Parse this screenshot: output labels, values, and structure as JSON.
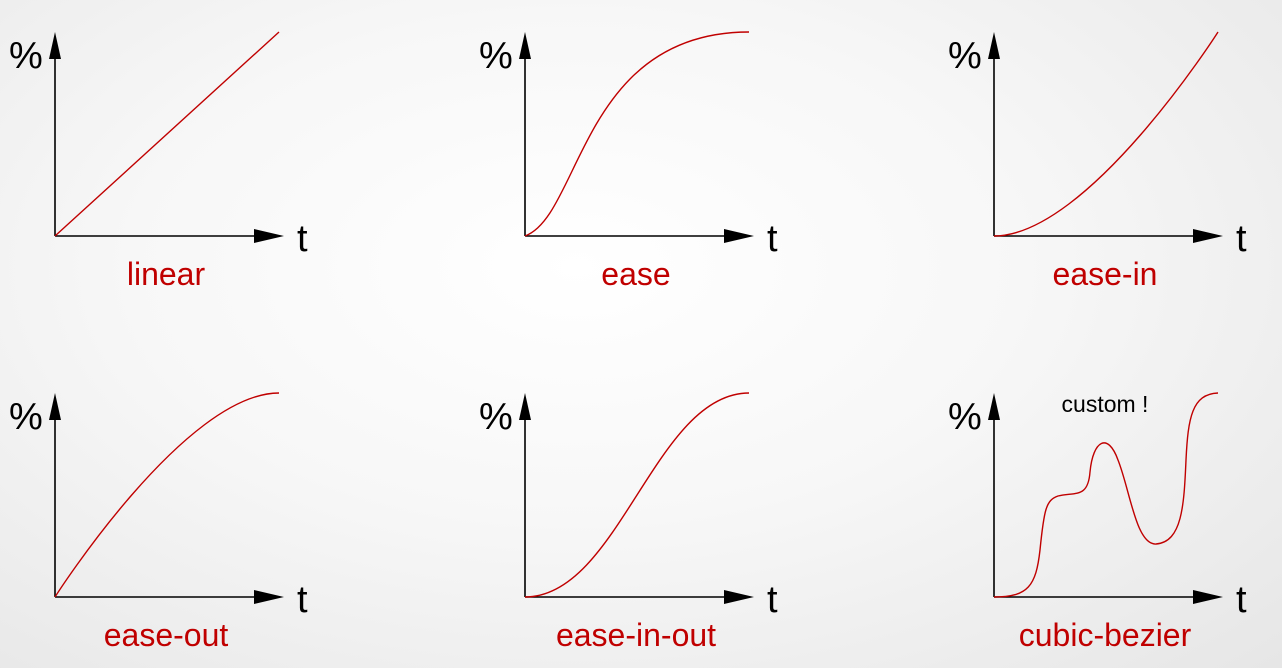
{
  "colors": {
    "curve": "#c00000",
    "axis": "#000000",
    "label": "#c00000"
  },
  "axis_labels": {
    "y": "%",
    "x": "t"
  },
  "graphs": [
    {
      "name": "linear",
      "note": "",
      "bezier": [
        0.0,
        0.0,
        1.0,
        1.0
      ]
    },
    {
      "name": "ease",
      "note": "",
      "bezier": [
        0.25,
        0.1,
        0.25,
        1.0
      ]
    },
    {
      "name": "ease-in",
      "note": "",
      "bezier": [
        0.42,
        0.0,
        1.0,
        1.0
      ]
    },
    {
      "name": "ease-out",
      "note": "",
      "bezier": [
        0.0,
        0.0,
        0.58,
        1.0
      ]
    },
    {
      "name": "ease-in-out",
      "note": "",
      "bezier": [
        0.42,
        0.0,
        0.58,
        1.0
      ]
    },
    {
      "name": "cubic-bezier",
      "note": "custom !",
      "bezier": null
    }
  ]
}
